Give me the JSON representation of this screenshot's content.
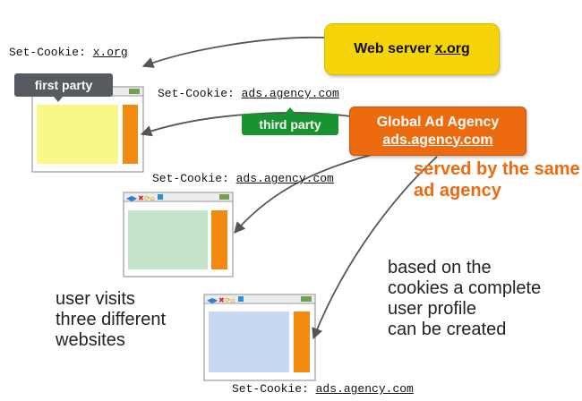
{
  "server": {
    "prefix": "Web server ",
    "domain": "x.org"
  },
  "agency": {
    "line1": "Global Ad Agency",
    "domain": "ads.agency.com"
  },
  "tags": {
    "first_party": "first party",
    "third_party": "third party"
  },
  "cookies": {
    "top_left": {
      "prefix": "Set-Cookie: ",
      "domain": "x.org"
    },
    "first_browser": {
      "prefix": "Set-Cookie: ",
      "domain": "ads.agency.com"
    },
    "second_browser": {
      "prefix": "Set-Cookie: ",
      "domain": "ads.agency.com"
    },
    "third_browser": {
      "prefix": "Set-Cookie: ",
      "domain": "ads.agency.com"
    }
  },
  "served_note": "served by the same ad agency",
  "user_note": "user visits\nthree different\nwebsites",
  "profile_note": "based on the\ncookies a complete\nuser profile\ncan be created",
  "colors": {
    "server": "#f5d50a",
    "agency": "#ee6a0e",
    "first_party": "#555b61",
    "third_party": "#17932f",
    "ad_slot": "#f28a12",
    "page1": "#f8f887",
    "page2": "#c3e4cb",
    "page3": "#c6d9f0"
  }
}
